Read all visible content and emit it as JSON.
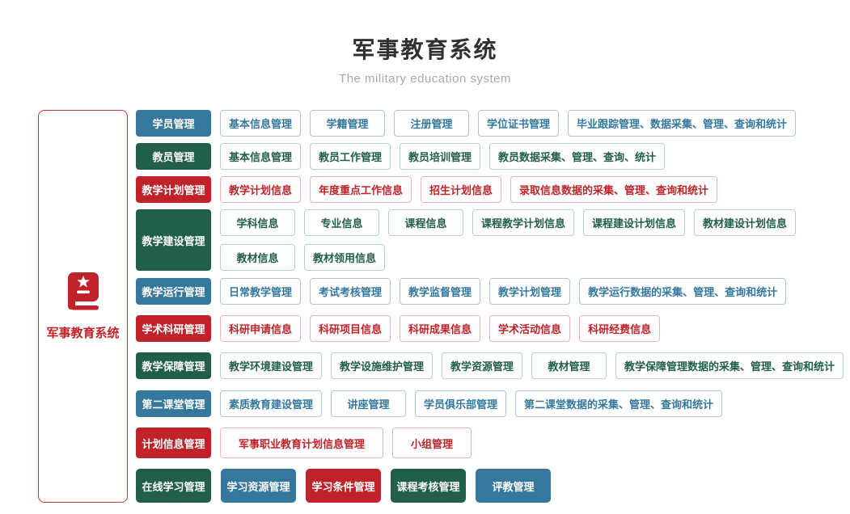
{
  "header": {
    "title": "军事教育系统",
    "subtitle": "The military education system"
  },
  "root": {
    "label": "军事教育系统",
    "icon": "red-book-star-icon"
  },
  "palette": {
    "blue": "#35789e",
    "green": "#215e4c",
    "red": "#bf2329",
    "blue_light_border": "#a9c7df",
    "green_light_border": "#b7d0c9",
    "red_light_border": "#ecb2b5",
    "root_border_red": "#c9353b",
    "title_color": "#303030",
    "subtitle_color": "#a9a9a9"
  },
  "rows": [
    {
      "category": {
        "label": "学员管理",
        "color": "blue"
      },
      "items": [
        {
          "label": "基本信息管理",
          "color": "blue"
        },
        {
          "label": "学籍管理",
          "color": "blue"
        },
        {
          "label": "注册管理",
          "color": "blue"
        },
        {
          "label": "学位证书管理",
          "color": "blue"
        },
        {
          "label": "毕业跟踪管理、数据采集、管理、查询和统计",
          "color": "blue"
        }
      ]
    },
    {
      "category": {
        "label": "教员管理",
        "color": "green"
      },
      "items": [
        {
          "label": "基本信息管理",
          "color": "green"
        },
        {
          "label": "教员工作管理",
          "color": "green"
        },
        {
          "label": "教员培训管理",
          "color": "green"
        },
        {
          "label": "教员数据采集、管理、查询、统计",
          "color": "green"
        }
      ]
    },
    {
      "category": {
        "label": "教学计划管理",
        "color": "red"
      },
      "items": [
        {
          "label": "教学计划信息",
          "color": "red"
        },
        {
          "label": "年度重点工作信息",
          "color": "red"
        },
        {
          "label": "招生计划信息",
          "color": "red"
        },
        {
          "label": "录取信息数据的采集、管理、查询和统计",
          "color": "red"
        }
      ]
    },
    {
      "category": {
        "label": "教学建设管理",
        "color": "green"
      },
      "items": [
        {
          "label": "学科信息",
          "color": "green"
        },
        {
          "label": "专业信息",
          "color": "green"
        },
        {
          "label": "课程信息",
          "color": "green"
        },
        {
          "label": "课程教学计划信息",
          "color": "green"
        },
        {
          "label": "课程建设计划信息",
          "color": "green"
        },
        {
          "label": "教材建设计划信息",
          "color": "green"
        }
      ],
      "items2": [
        {
          "label": "教材信息",
          "color": "green"
        },
        {
          "label": "教材领用信息",
          "color": "green"
        }
      ]
    },
    {
      "category": {
        "label": "教学运行管理",
        "color": "blue"
      },
      "items": [
        {
          "label": "日常教学管理",
          "color": "blue"
        },
        {
          "label": "考试考核管理",
          "color": "blue"
        },
        {
          "label": "教学监督管理",
          "color": "blue"
        },
        {
          "label": "教学计划管理",
          "color": "blue"
        },
        {
          "label": "教学运行数据的采集、管理、查询和统计",
          "color": "blue"
        }
      ]
    },
    {
      "category": {
        "label": "学术科研管理",
        "color": "red"
      },
      "items": [
        {
          "label": "科研申请信息",
          "color": "red"
        },
        {
          "label": "科研项目信息",
          "color": "red"
        },
        {
          "label": "科研成果信息",
          "color": "red"
        },
        {
          "label": "学术活动信息",
          "color": "red"
        },
        {
          "label": "科研经费信息",
          "color": "red"
        }
      ]
    },
    {
      "category": {
        "label": "教学保障管理",
        "color": "green"
      },
      "items": [
        {
          "label": "教学环境建设管理",
          "color": "green"
        },
        {
          "label": "教学设施维护管理",
          "color": "green"
        },
        {
          "label": "教学资源管理",
          "color": "green"
        },
        {
          "label": "教材管理",
          "color": "green"
        },
        {
          "label": "教学保障管理数据的采集、管理、查询和统计",
          "color": "green"
        }
      ]
    },
    {
      "category": {
        "label": "第二课堂管理",
        "color": "blue"
      },
      "items": [
        {
          "label": "素质教育建设管理",
          "color": "blue"
        },
        {
          "label": "讲座管理",
          "color": "blue"
        },
        {
          "label": "学员俱乐部管理",
          "color": "blue"
        },
        {
          "label": "第二课堂数据的采集、管理、查询和统计",
          "color": "blue"
        }
      ]
    },
    {
      "category": {
        "label": "计划信息管理",
        "color": "red"
      },
      "items": [
        {
          "label": "军事职业教育计划信息管理",
          "color": "red"
        },
        {
          "label": "小组管理",
          "color": "red"
        }
      ]
    },
    {
      "category": {
        "label": "在线学习管理",
        "color": "green"
      },
      "items": [
        {
          "label": "学习资源管理",
          "color": "blue",
          "solid": true
        },
        {
          "label": "学习条件管理",
          "color": "red",
          "solid": true
        },
        {
          "label": "课程考核管理",
          "color": "green",
          "solid": true
        },
        {
          "label": "评教管理",
          "color": "blue",
          "solid": true
        }
      ]
    }
  ]
}
